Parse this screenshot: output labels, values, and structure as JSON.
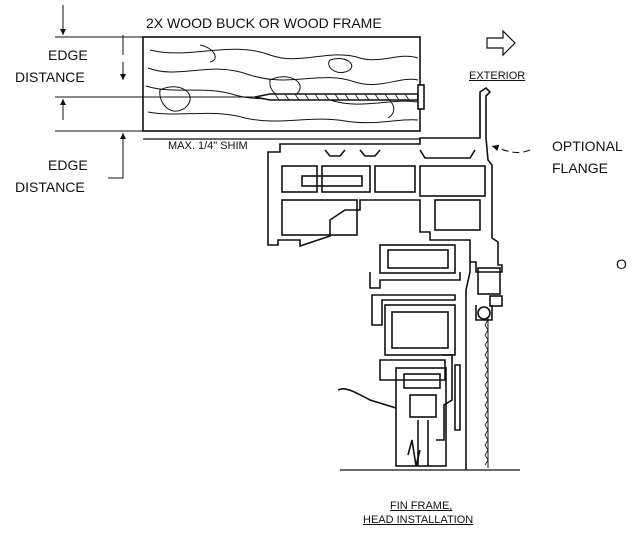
{
  "labels": {
    "wood_buck": "2X WOOD BUCK OR WOOD FRAME",
    "edge_distance_top_1": "EDGE",
    "edge_distance_top_2": "DISTANCE",
    "edge_distance_bottom_1": "EDGE",
    "edge_distance_bottom_2": "DISTANCE",
    "shim": "MAX. 1/4\" SHIM",
    "exterior": "EXTERIOR",
    "optional_1": "OPTIONAL",
    "optional_2": "FLANGE",
    "stray_o": "O",
    "caption_1": "FIN FRAME,",
    "caption_2": "HEAD INSTALLATION"
  },
  "colors": {
    "ink": "#111111",
    "background": "#ffffff"
  }
}
